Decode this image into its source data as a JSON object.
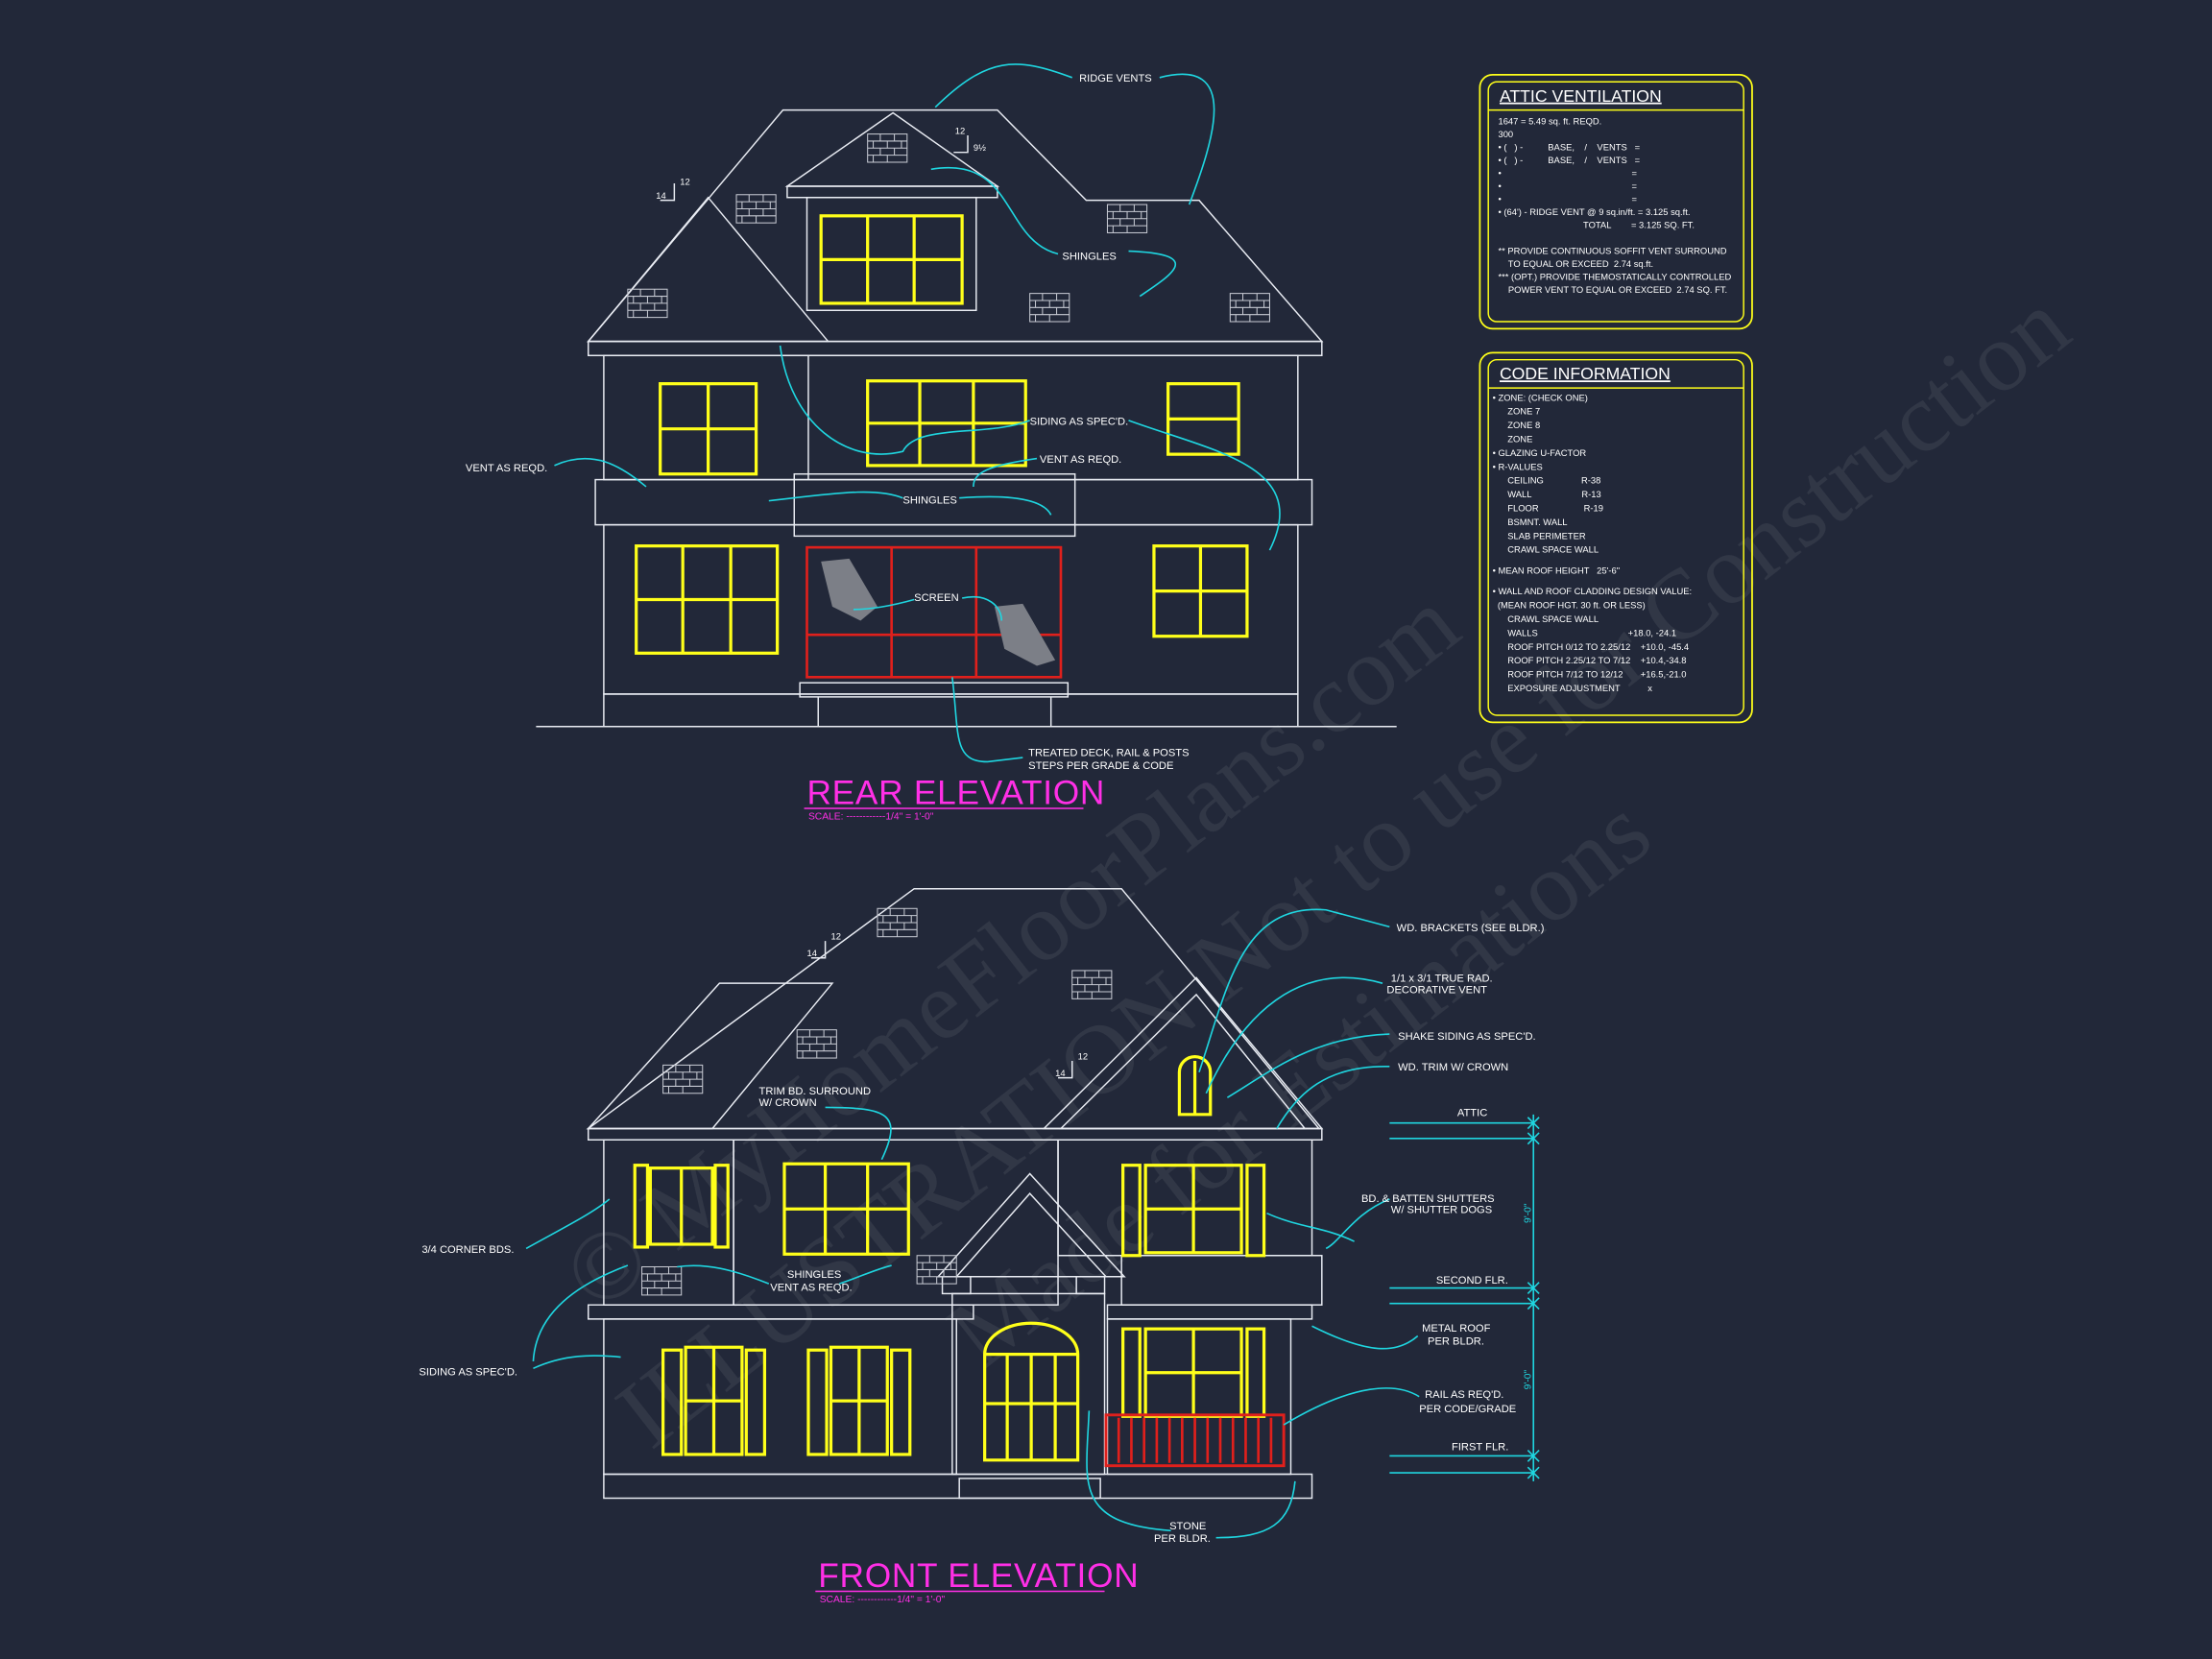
{
  "colors": {
    "background": "#222839",
    "linework": "#e9ecf3",
    "windows": "#ffff1a",
    "leaders": "#1fd6e0",
    "titles": "#ff2fe6",
    "rail": "#e0201c"
  },
  "watermark": [
    "© MyHomeFloorPlans.com",
    "ILLUSTRATION Not to use for Construction",
    "Made for Estimations"
  ],
  "rear": {
    "title": "REAR ELEVATION",
    "scale": "SCALE: ------------1/4\" = 1'-0\"",
    "pitch_a": {
      "rise": "12",
      "run": "9½"
    },
    "pitch_b": {
      "rise": "12",
      "run": "14"
    },
    "labels": {
      "ridge_vents": "RIDGE VENTS",
      "shingles_top": "SHINGLES",
      "siding": "SIDING AS SPEC'D.",
      "vent_left": "VENT AS REQD.",
      "vent_right": "VENT AS REQD.",
      "shingles_porch": "SHINGLES",
      "screen": "SCREEN",
      "deck_1": "TREATED DECK, RAIL & POSTS",
      "deck_2": "STEPS PER GRADE & CODE"
    }
  },
  "front": {
    "title": "FRONT ELEVATION",
    "scale": "SCALE: ------------1/4\" = 1'-0\"",
    "pitch_a": {
      "rise": "12",
      "run": "14"
    },
    "pitch_b": {
      "rise": "12",
      "run": "14"
    },
    "labels": {
      "brackets": "WD. BRACKETS (SEE BLDR.)",
      "vent_1": "1/1 x 3/1 TRUE RAD.",
      "vent_2": "DECORATIVE VENT",
      "shake": "SHAKE SIDING AS SPEC'D.",
      "trim": "WD. TRIM W/ CROWN",
      "trim_bd_1": "TRIM BD. SURROUND",
      "trim_bd_2": "W/ CROWN",
      "corner": "3/4 CORNER BDS.",
      "shingles": "SHINGLES",
      "vent": "VENT AS REQD.",
      "siding": "SIDING AS SPEC'D.",
      "shutters_1": "BD. & BATTEN SHUTTERS",
      "shutters_2": "W/ SHUTTER DOGS",
      "metal_1": "METAL ROOF",
      "metal_2": "PER BLDR.",
      "rail_1": "RAIL AS REQ'D.",
      "rail_2": "PER CODE/GRADE",
      "stone_1": "STONE",
      "stone_2": "PER BLDR."
    },
    "levels": {
      "attic": "ATTIC",
      "second": "SECOND FLR.",
      "first": "FIRST FLR.",
      "dim_upper": "9'-0\"",
      "dim_lower": "9'-0\""
    }
  },
  "attic_ventilation": {
    "title": "ATTIC VENTILATION",
    "lines": [
      "1647 = 5.49 sq. ft. REQD.",
      "300",
      "• (   ) -          BASE,    /    VENTS   =",
      "• (   ) -          BASE,    /    VENTS   =",
      "•                                                    =",
      "•                                                    =",
      "•                                                    =",
      "• (64') - RIDGE VENT @ 9 sq.in/ft. = 3.125 sq.ft.",
      "                                  TOTAL        = 3.125 SQ. FT.",
      "",
      "** PROVIDE CONTINUOUS SOFFIT VENT SURROUND",
      "    TO EQUAL OR EXCEED  2.74 sq.ft.",
      "*** (OPT.) PROVIDE THEMOSTATICALLY CONTROLLED",
      "    POWER VENT TO EQUAL OR EXCEED  2.74 SQ. FT."
    ]
  },
  "code_information": {
    "title": "CODE INFORMATION",
    "lines": [
      "• ZONE: (CHECK ONE)",
      "      ZONE 7",
      "      ZONE 8",
      "      ZONE",
      "• GLAZING U-FACTOR",
      "• R-VALUES",
      "      CEILING               R-38",
      "      WALL                    R-13",
      "      FLOOR                  R-19",
      "      BSMNT. WALL",
      "      SLAB PERIMETER",
      "      CRAWL SPACE WALL",
      "• MEAN ROOF HEIGHT   25'-6\"",
      "• WALL AND ROOF CLADDING DESIGN VALUE:",
      "  (MEAN ROOF HGT. 30 ft. OR LESS)",
      "      CRAWL SPACE WALL",
      "      WALLS                                    +18.0, -24.1",
      "      ROOF PITCH 0/12 TO 2.25/12    +10.0, -45.4",
      "      ROOF PITCH 2.25/12 TO 7/12    +10.4,-34.8",
      "      ROOF PITCH 7/12 TO 12/12       +16.5,-21.0",
      "      EXPOSURE ADJUSTMENT           x"
    ]
  }
}
